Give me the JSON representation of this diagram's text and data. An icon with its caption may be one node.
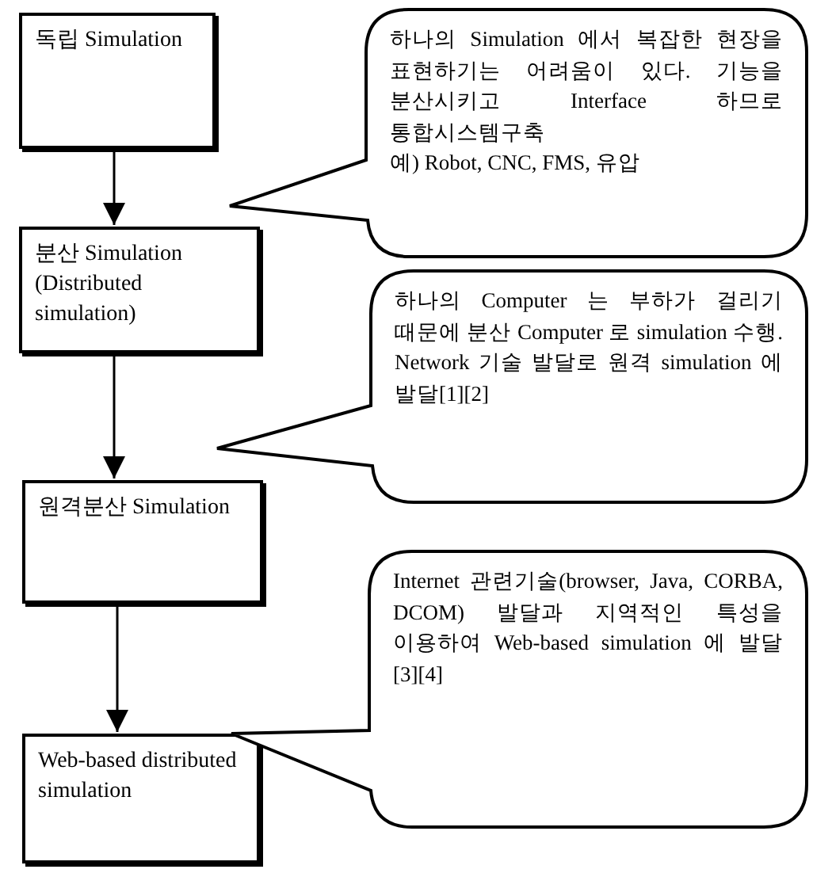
{
  "diagram": {
    "nodes": [
      {
        "text": [
          "독립 Simulation"
        ]
      },
      {
        "text": [
          "분산 Simulation (Distributed simulation)"
        ]
      },
      {
        "text": [
          "원격분산 Simulation"
        ]
      },
      {
        "text": [
          "Web-based distributed simulation"
        ]
      },
      {
        "text": [
          "하나의 Simulation 에서 복잡한 현장을 표현하기는 어려움이 있다. 기능을 분산시키고 Interface 하므로 통합시스템구축",
          "예) Robot, CNC, FMS, 유압"
        ]
      },
      {
        "text": [
          "하나의 Computer 는 부하가 걸리기 때문에 분산 Computer 로 simulation 수행. Network 기술 발달로 원격 simulation 에 발달[1][2]"
        ]
      },
      {
        "text": [
          "Internet 관련기술(browser, Java, CORBA, DCOM) 발달과 지역적인 특성을 이용하여 Web-based simulation 에 발달 [3][4]"
        ]
      }
    ],
    "edges": [
      {
        "from": 0,
        "to": 1,
        "arrow": "to"
      },
      {
        "from": 1,
        "to": 2,
        "arrow": "to"
      },
      {
        "from": 2,
        "to": 3,
        "arrow": "to"
      }
    ]
  }
}
